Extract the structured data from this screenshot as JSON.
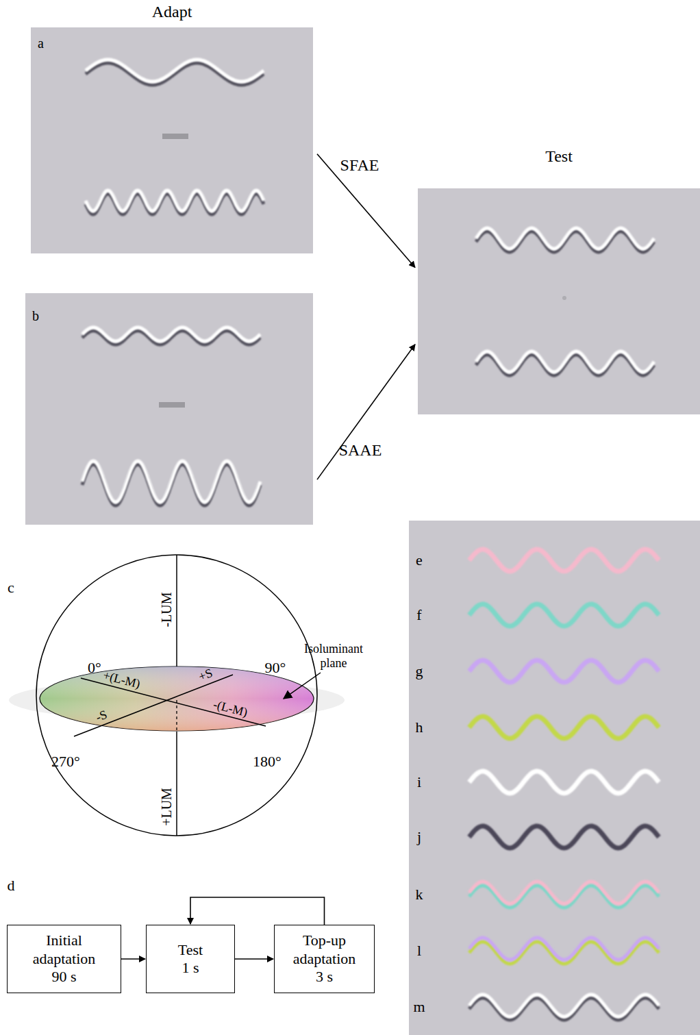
{
  "diagram": {
    "nodes": [
      {
        "text": [
          "Adapt",
          "a"
        ]
      },
      {
        "text": [
          "b"
        ]
      },
      {
        "text": [
          "Test"
        ]
      },
      {
        "text": [
          "Initial adaptation",
          "90 s"
        ]
      },
      {
        "text": [
          "Test",
          "1 s"
        ]
      },
      {
        "text": [
          "Top-up adaptation",
          "3 s"
        ]
      }
    ],
    "edges": [
      {
        "from": 0,
        "to": 2,
        "label": "SFAE",
        "arrow": "to"
      },
      {
        "from": 1,
        "to": 2,
        "label": "SAAE",
        "arrow": "to"
      },
      {
        "from": 3,
        "to": 4,
        "arrow": "to"
      },
      {
        "from": 4,
        "to": 5,
        "arrow": "to"
      },
      {
        "from": 5,
        "to": 4,
        "arrow": "to"
      }
    ],
    "labels": [
      "c",
      "-LUM",
      "0°",
      "90°",
      "+(L-M)",
      "+S",
      "Isoluminant plane",
      "-S",
      "-(L-M)",
      "270°",
      "180°",
      "+LUM",
      "d",
      "e",
      "f",
      "g",
      "h",
      "i",
      "j",
      "k",
      "l",
      "m"
    ]
  }
}
